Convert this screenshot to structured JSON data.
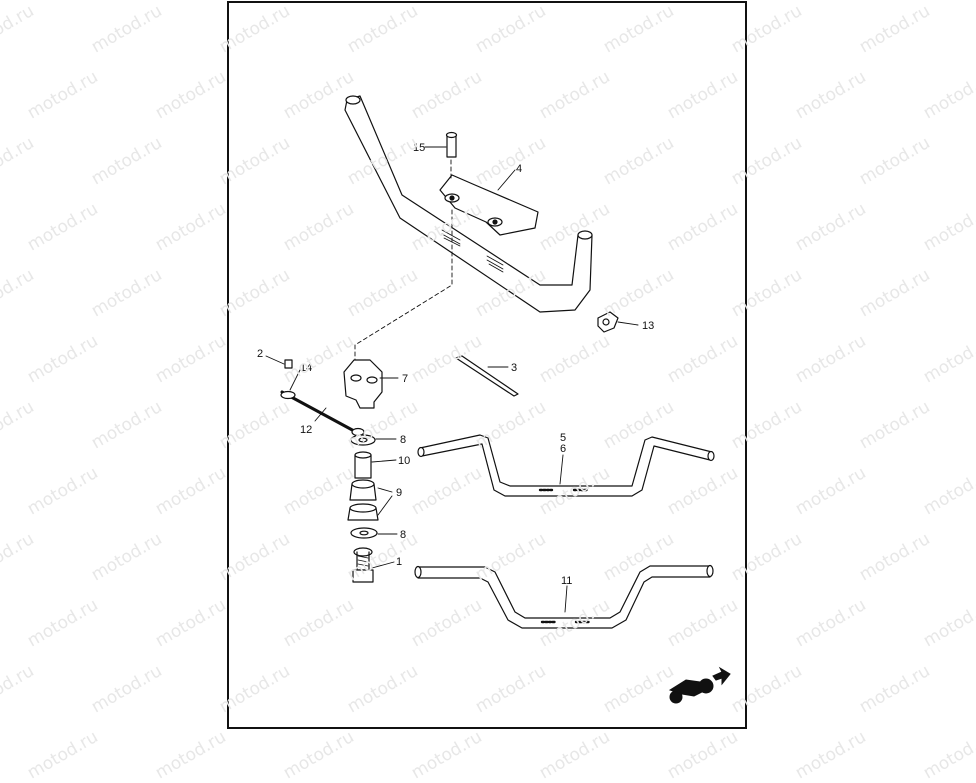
{
  "watermark": "motod.ru",
  "callouts": {
    "c1": "1",
    "c2": "2",
    "c3": "3",
    "c4": "4",
    "c5": "5",
    "c6": "6",
    "c7": "7",
    "c8a": "8",
    "c8b": "8",
    "c9": "9",
    "c10": "10",
    "c11": "11",
    "c12": "12",
    "c13": "13",
    "c14": "14",
    "c15": "15"
  },
  "icons": {
    "corner": "motorcycle-forward-arrow-icon"
  },
  "colors": {
    "line": "#111111",
    "watermark": "#e7e7e7",
    "background": "#ffffff"
  }
}
